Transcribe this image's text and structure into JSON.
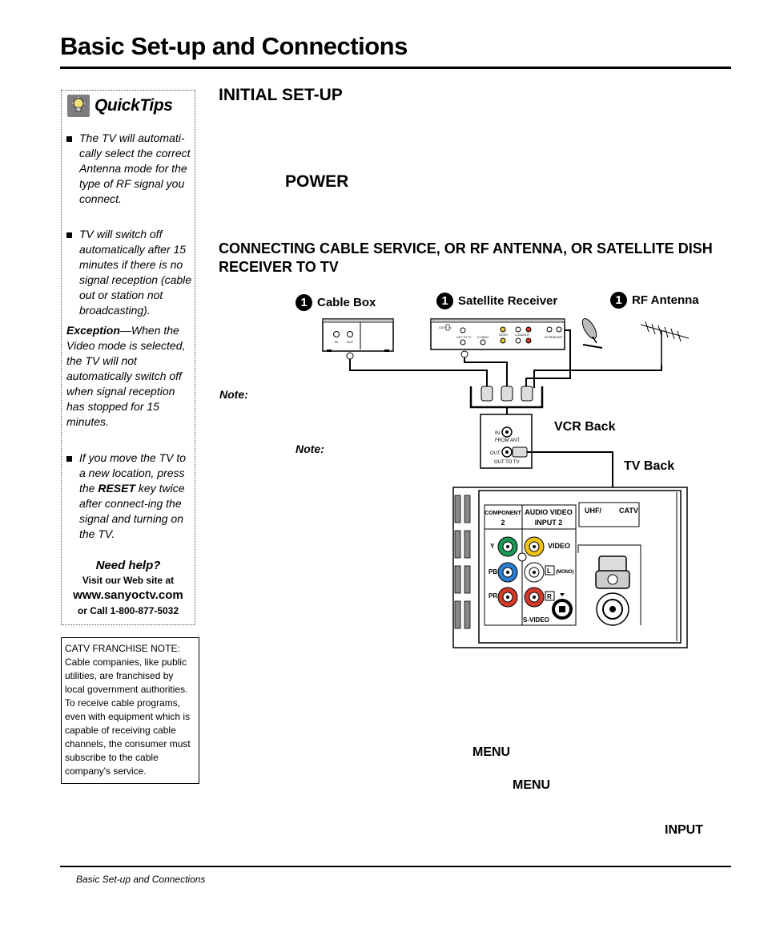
{
  "page": {
    "title": "Basic Set-up and Connections"
  },
  "quicktips": {
    "title": "QuickTips",
    "icon": "lightbulb-icon",
    "tip1": "The TV will automati-cally select the correct Antenna mode for the type of RF signal you connect.",
    "tip2": "TV will switch off automatically after 15 minutes if there is no signal reception (cable out or station not broadcasting).",
    "exception_label": "Exception",
    "exception_text": "—When the Video mode is selected, the TV will not automatically switch off when signal reception has stopped for 15 minutes.",
    "tip3_a": "If you move the TV to a new location, press the ",
    "tip3_key": "RESET",
    "tip3_b": " key twice after connect-ing the signal and turning on the TV.",
    "help_title": "Need help?",
    "help_line1": "Visit our Web site at",
    "help_url": "www.sanyoctv.com",
    "help_line2": "or Call 1-800-877-5032"
  },
  "catv_note": "CATV FRANCHISE NOTE: Cable companies, like public utilities, are franchised by local government authorities. To receive cable programs, even with equipment which is capable of receiving cable channels, the consumer must subscribe to the cable company's service.",
  "sections": {
    "initial_setup": "INITIAL SET-UP",
    "power": "POWER",
    "connecting": "CONNECTING CABLE SERVICE, OR RF ANTENNA, OR SATELLITE DISH RECEIVER TO TV"
  },
  "notes": {
    "note1": "Note:",
    "note2": "Note:"
  },
  "keywords": {
    "menu1": "MENU",
    "menu2": "MENU",
    "input": "INPUT"
  },
  "diagram": {
    "step_number": "1",
    "cable_box": "Cable Box",
    "satellite_receiver": "Satellite Receiver",
    "rf_antenna": "RF Antenna",
    "vcr_back": "VCR Back",
    "tv_back": "TV Back",
    "vcr_in": "IN",
    "vcr_from_ant": "FROM ANT.",
    "vcr_out": "OUT",
    "vcr_out_to_tv": "OUT TO TV",
    "cable_in": "IN",
    "cable_out": "OUT",
    "sat_catv": "CATV IN",
    "sat_out_to_tv": "OUT TO TV",
    "sat_svideo": "S-VIDEO",
    "sat_video": "VIDEO",
    "sat_laudio": "L-AUDIO-R",
    "sat_in_from_sat": "IN FROM SAT",
    "tv_component": "COMPONENT",
    "tv_component_num": "2",
    "tv_audio_video": "AUDIO VIDEO",
    "tv_input2": "INPUT 2",
    "tv_y": "Y",
    "tv_pb": "PB",
    "tv_pr": "PR",
    "tv_video": "VIDEO",
    "tv_l": "L",
    "tv_mono": "(MONO)",
    "tv_r": "R",
    "tv_svideo": "S-VIDEO",
    "tv_uhf": "UHF/",
    "tv_catv": "CATV"
  },
  "footer": {
    "text": "Basic Set-up and Connections"
  },
  "colors": {
    "y_jack": "#1a9a55",
    "pb_jack": "#2a7fd0",
    "pr_jack": "#d23a2a",
    "video_jack": "#f0c419",
    "audio_l": "#ffffff",
    "audio_r": "#d23a2a"
  }
}
